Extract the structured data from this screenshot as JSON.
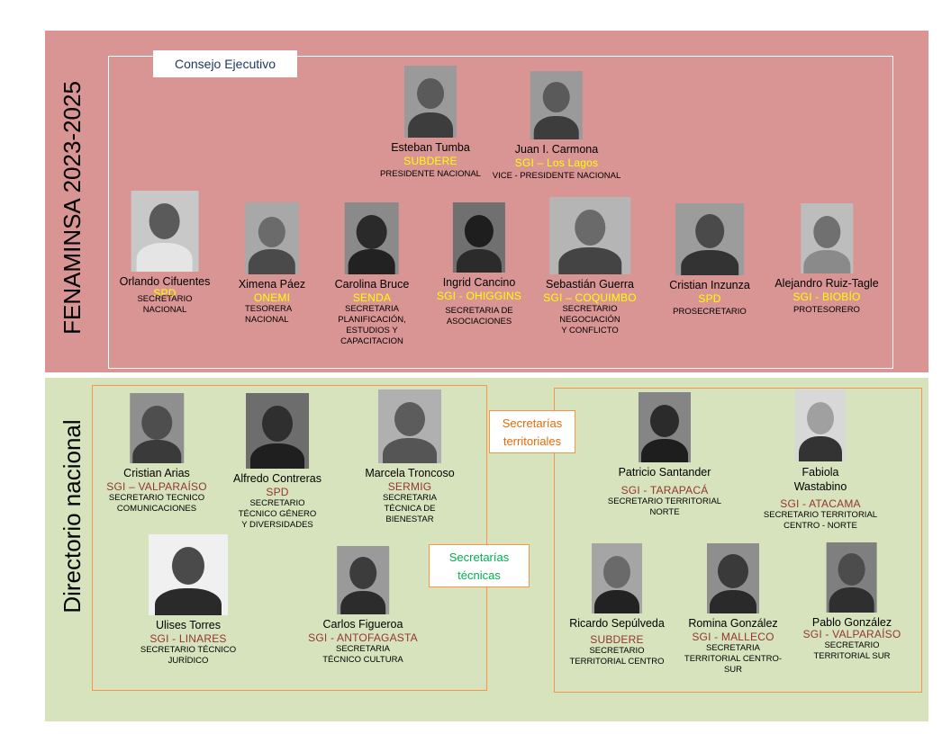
{
  "sections": {
    "top_title": "FENAMINSA 2023-2025",
    "bottom_title": "Directorio nacional",
    "consejo_label": "Consejo Ejecutivo",
    "territoriales_label": "Secretarías territoriales",
    "tecnicas_label": "Secretarías técnicas"
  },
  "consejo": [
    {
      "name": "Esteban Tumba",
      "org": "SUBDERE",
      "role": "PRESIDENTE NACIONAL"
    },
    {
      "name": "Juan I. Carmona",
      "org": "SGI – Los Lagos",
      "role": "VICE - PRESIDENTE NACIONAL"
    },
    {
      "name": "Orlando Cifuentes",
      "org": "SPD",
      "role": "SECRETARIO NACIONAL"
    },
    {
      "name": "Ximena Páez",
      "org": "ONEMI",
      "role": "TESORERA NACIONAL"
    },
    {
      "name": "Carolina Bruce",
      "org": "SENDA",
      "role": "SECRETARIA PLANIFICACIÓN, ESTUDIOS Y CAPACITACION"
    },
    {
      "name": "Ingrid Cancino",
      "org": "SGI - OHIGGINS",
      "role": "SECRETARIA DE ASOCIACIONES"
    },
    {
      "name": "Sebastián Guerra",
      "org": "SGI – COQUIMBO",
      "role": "SECRETARIO NEGOCIACIÓN Y CONFLICTO"
    },
    {
      "name": "Cristian Inzunza",
      "org": "SPD",
      "role": "PROSECRETARIO"
    },
    {
      "name": "Alejandro Ruiz-Tagle",
      "org": "SGI - BIOBÍO",
      "role": "PROTESORERO"
    }
  ],
  "tecnicas": [
    {
      "name": "Cristian Arias",
      "org": "SGI – VALPARAÍSO",
      "role": "SECRETARIO TECNICO COMUNICACIONES"
    },
    {
      "name": "Alfredo Contreras",
      "org": "SPD",
      "role": "SECRETARIO TÉCNICO GÉNERO Y DIVERSIDADES"
    },
    {
      "name": "Marcela Troncoso",
      "org": "SERMIG",
      "role": "SECRETARIA TÉCNICA DE BIENESTAR"
    },
    {
      "name": "Ulises Torres",
      "org": "SGI - LINARES",
      "role": "SECRETARIO TÉCNICO JURÍDICO"
    },
    {
      "name": "Carlos Figueroa",
      "org": "SGI - ANTOFAGASTA",
      "role": "SECRETARIA TÉCNICO CULTURA"
    }
  ],
  "territoriales": [
    {
      "name": "Patricio Santander",
      "org": "SGI - TARAPACÁ",
      "role": "SECRETARIO TERRITORIAL NORTE"
    },
    {
      "name": "Fabiola Wastabino",
      "org": "SGI - ATACAMA",
      "role": "SECRETARIO TERRITORIAL CENTRO - NORTE"
    },
    {
      "name": "Ricardo Sepúlveda",
      "org": "SUBDERE",
      "role": "SECRETARIO TERRITORIAL CENTRO"
    },
    {
      "name": "Romina González",
      "org": "SGI - MALLECO",
      "role": "SECRETARIA TERRITORIAL CENTRO-SUR"
    },
    {
      "name": "Pablo González",
      "org": "SGI - VALPARAÍSO",
      "role": "SECRETARIO TERRITORIAL SUR"
    }
  ]
}
